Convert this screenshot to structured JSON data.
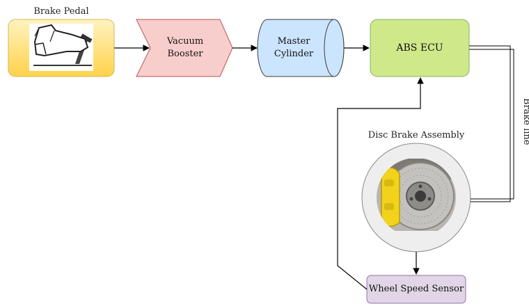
{
  "nodes": {
    "brake_pedal": {
      "label": "Brake Pedal"
    },
    "vacuum_booster": {
      "label_line1": "Vacuum",
      "label_line2": "Booster"
    },
    "master_cylinder": {
      "label_line1": "Master",
      "label_line2": "Cylinder"
    },
    "abs_ecu": {
      "label": "ABS ECU"
    },
    "disc_brake": {
      "label": "Disc Brake Assembly"
    },
    "wheel_speed_sensor": {
      "label": "Wheel Speed Sensor"
    }
  },
  "edges": {
    "brake_line": {
      "label": "Brake line"
    }
  },
  "colors": {
    "pedal_fill": "#ffe27a",
    "booster_fill": "#f8cecc",
    "cylinder_fill": "#cce5ff",
    "ecu_fill": "#cfe88a",
    "sensor_fill": "#e1d5e7",
    "disc_yellow": "#f2d21b"
  },
  "icons": {
    "pedal": "foot-on-pedal-icon",
    "disc": "disc-brake-photo"
  }
}
